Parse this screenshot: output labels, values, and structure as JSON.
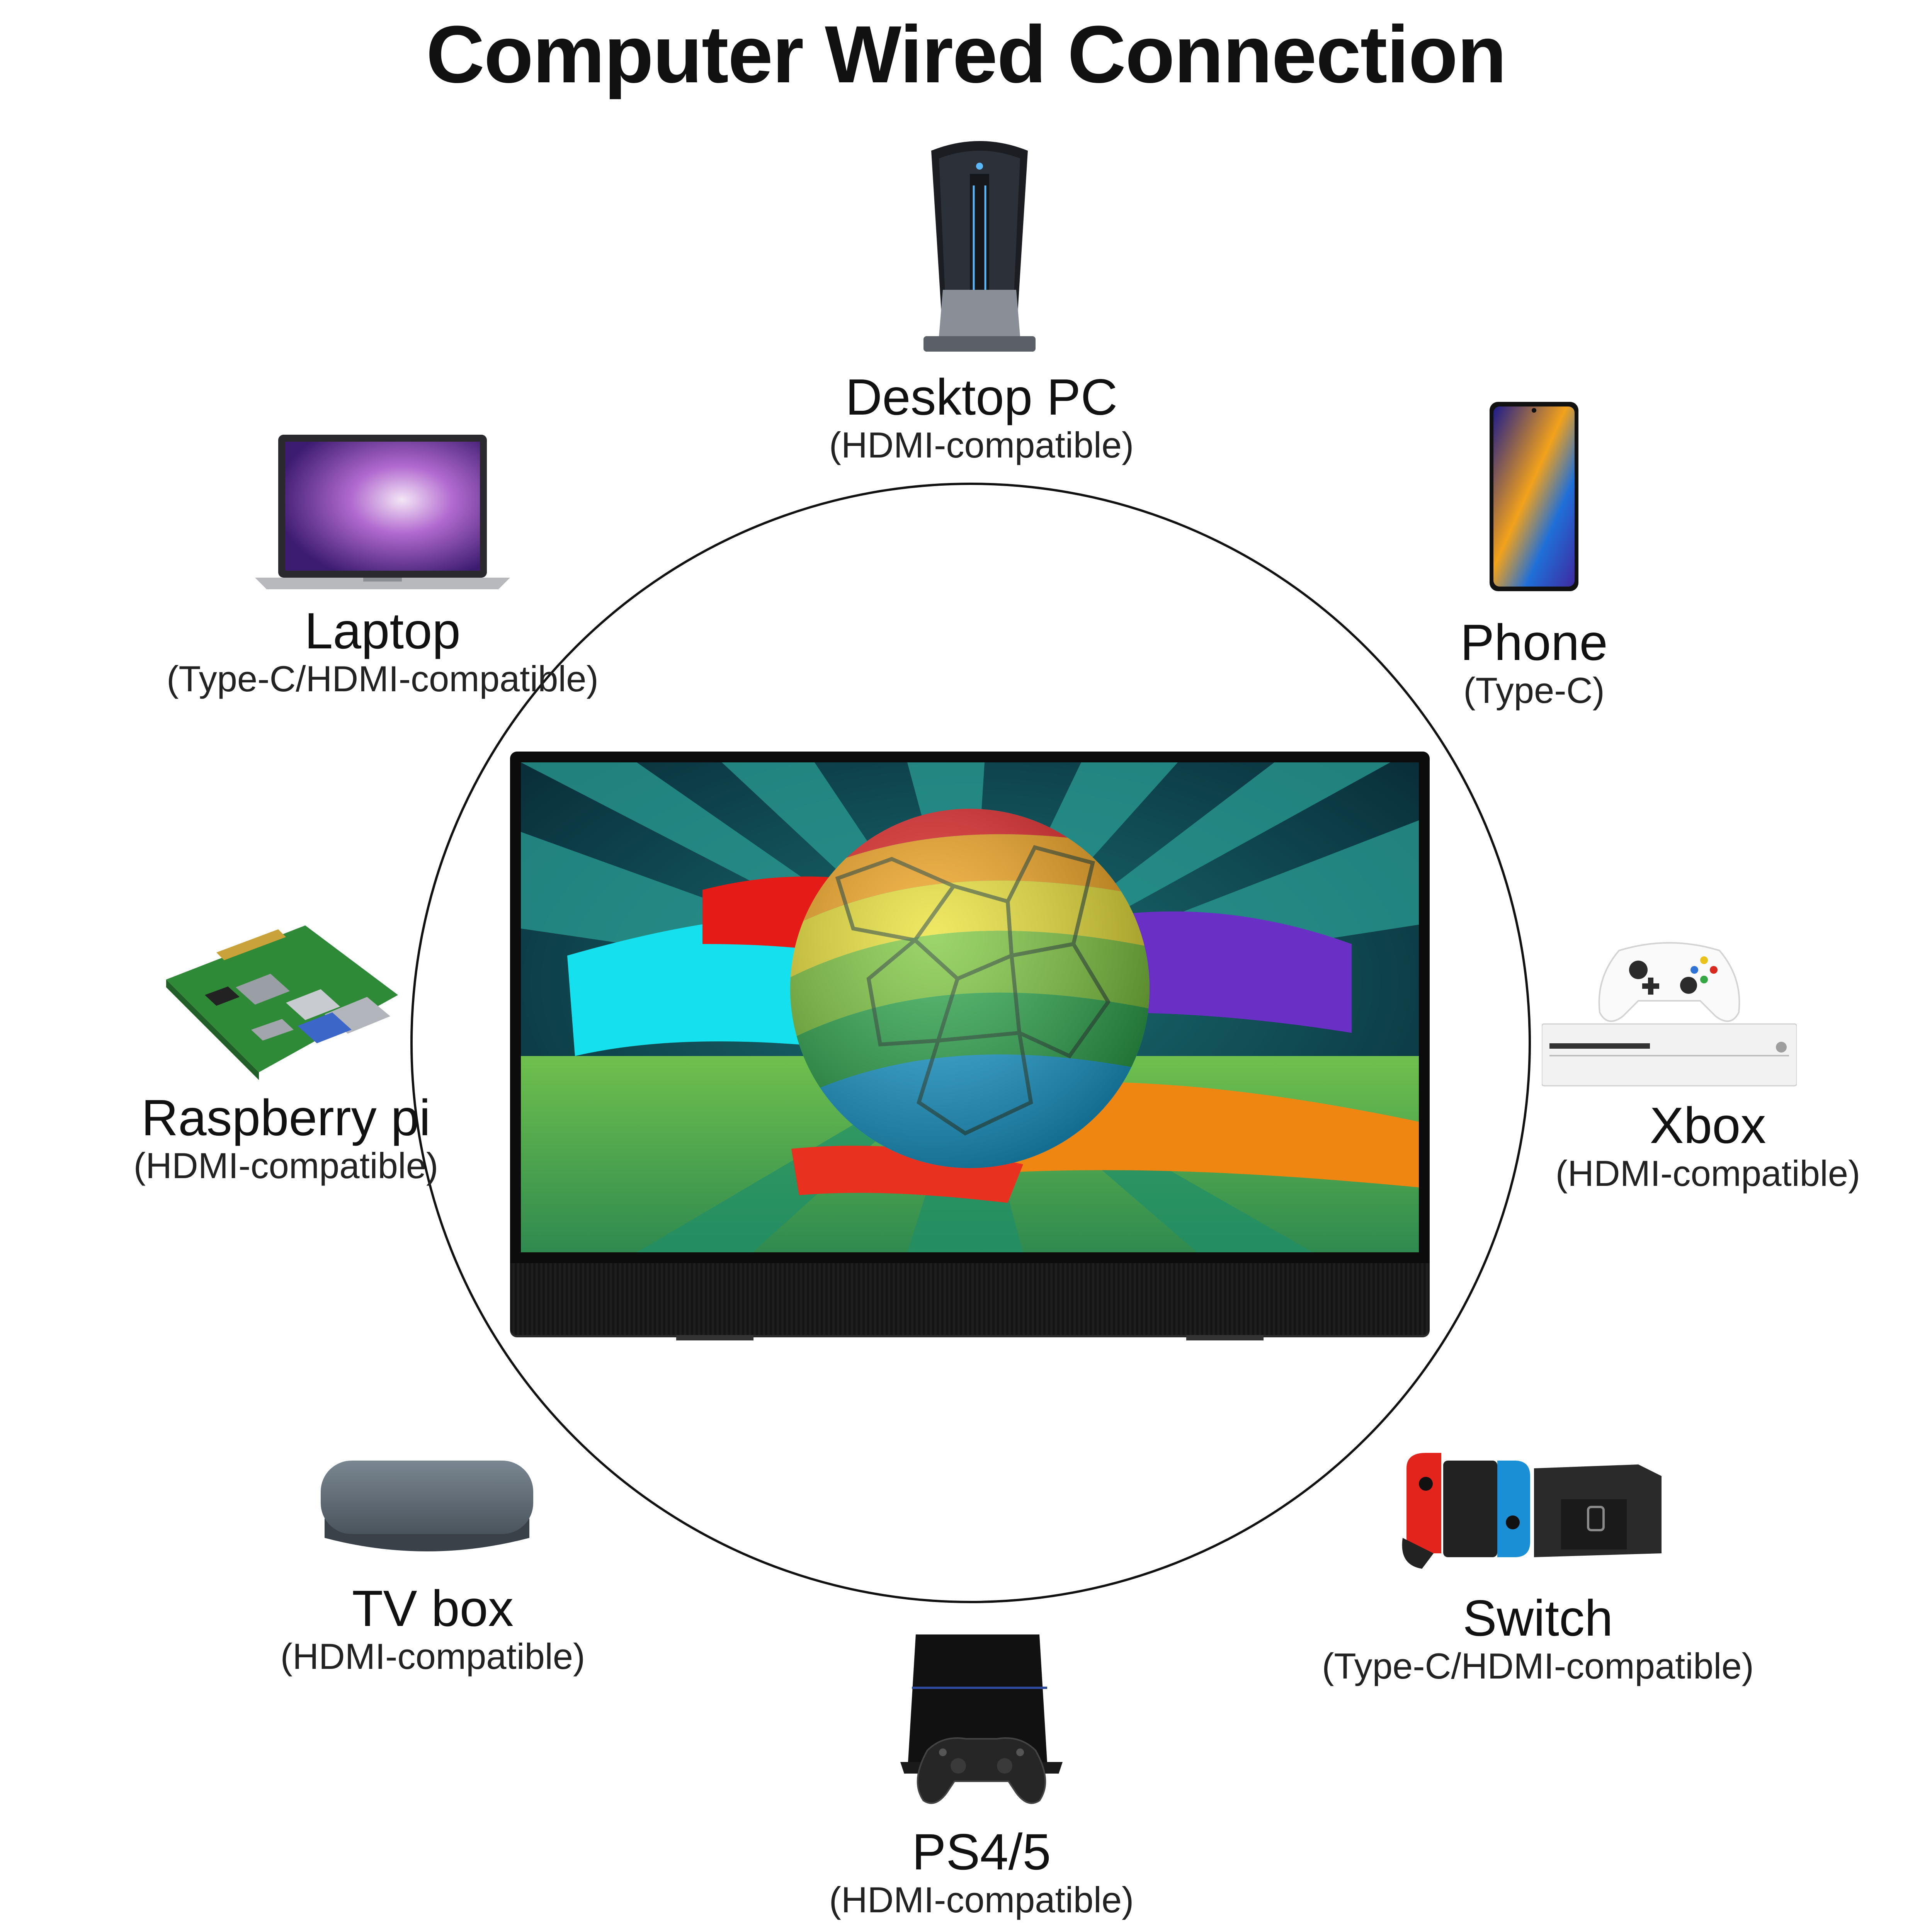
{
  "title": "Computer Wired Connection",
  "devices": {
    "desktop": {
      "name": "Desktop PC",
      "conn": "(HDMI-compatible)"
    },
    "phone": {
      "name": "Phone",
      "conn": "(Type-C)"
    },
    "laptop": {
      "name": "Laptop",
      "conn": "(Type-C/HDMI-compatible)"
    },
    "raspberry": {
      "name": "Raspberry pi",
      "conn": "(HDMI-compatible)"
    },
    "xbox": {
      "name": "Xbox",
      "conn": "(HDMI-compatible)"
    },
    "tvbox": {
      "name": "TV box",
      "conn": "(HDMI-compatible)"
    },
    "switch": {
      "name": "Switch",
      "conn": "(Type-C/HDMI-compatible)"
    },
    "ps": {
      "name": "PS4/5",
      "conn": "(HDMI-compatible)"
    }
  },
  "colors": {
    "ring": "#111111",
    "screen_bg_dark": "#0a3a44",
    "screen_ray": "#1f8a86",
    "screen_grass": "#5fb24a"
  },
  "icons": {
    "desktop": "desktop-tower-icon",
    "phone": "smartphone-icon",
    "laptop": "laptop-icon",
    "raspberry": "raspberry-pi-board-icon",
    "xbox": "xbox-console-icon",
    "tvbox": "tv-box-icon",
    "switch": "nintendo-switch-icon",
    "ps": "playstation-console-icon",
    "monitor": "portable-monitor-icon"
  }
}
